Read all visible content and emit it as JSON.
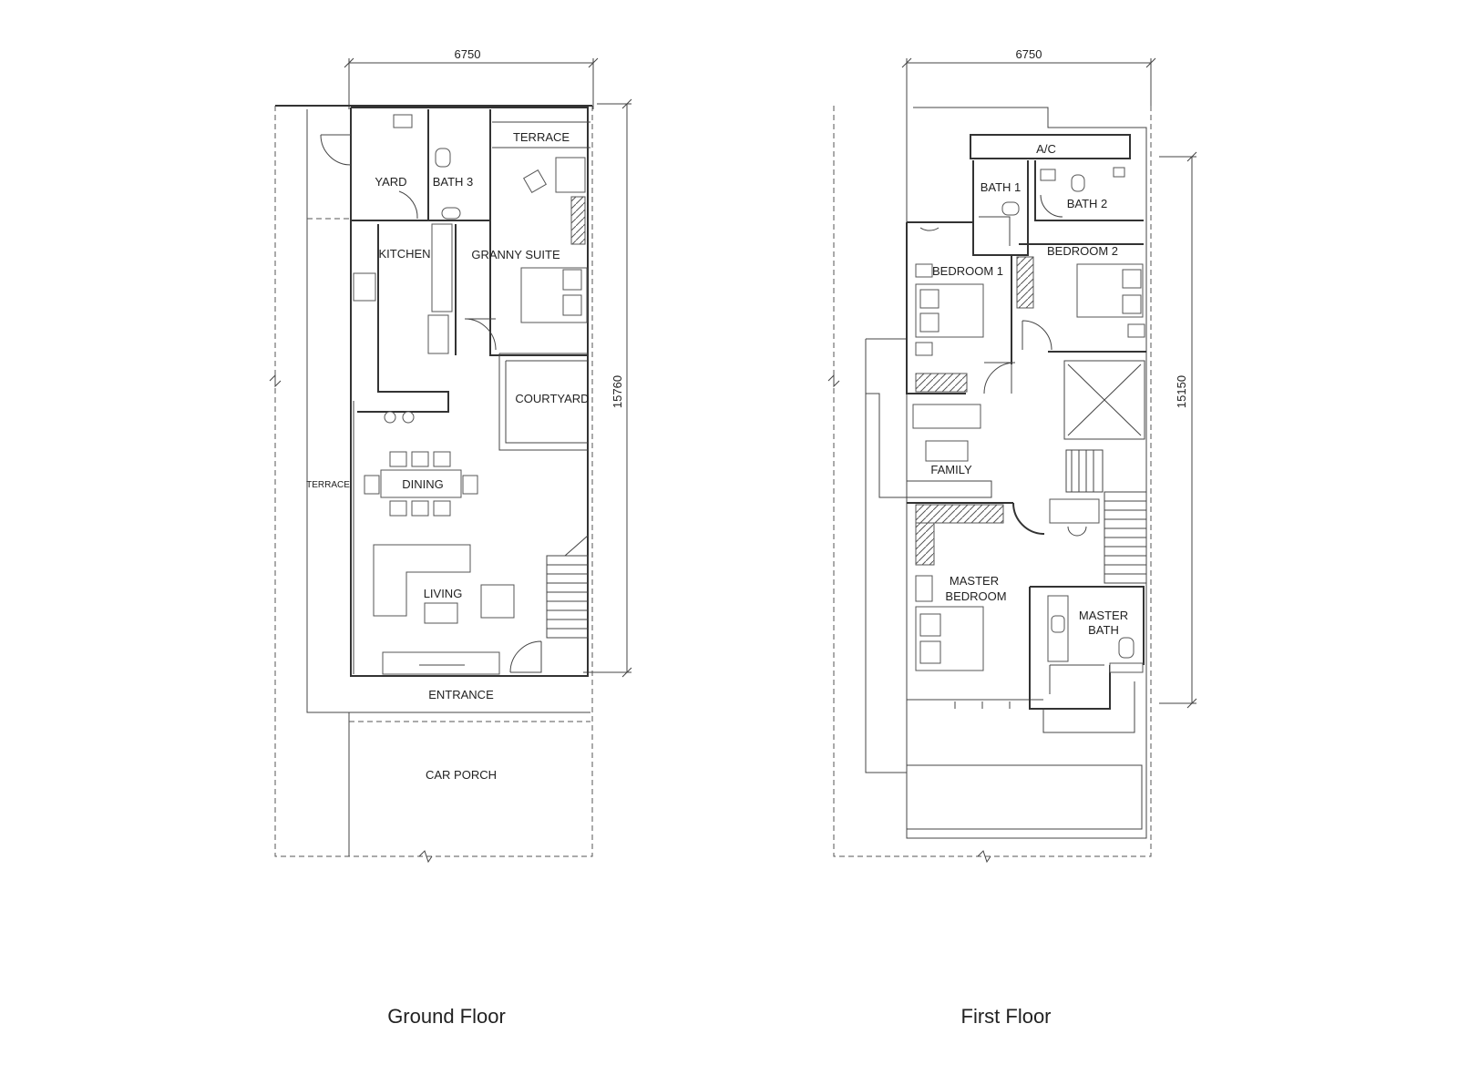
{
  "ground_floor": {
    "caption": "Ground Floor",
    "width_dim": "6750",
    "depth_dim": "15760",
    "rooms": {
      "yard": "YARD",
      "bath3": "BATH 3",
      "terrace_top": "TERRACE",
      "kitchen": "KITCHEN",
      "granny_suite": "GRANNY SUITE",
      "courtyard": "COURTYARD",
      "terrace_side": "TERRACE",
      "dining": "DINING",
      "living": "LIVING",
      "entrance": "ENTRANCE",
      "car_porch": "CAR PORCH"
    }
  },
  "first_floor": {
    "caption": "First Floor",
    "width_dim": "6750",
    "depth_dim": "15150",
    "rooms": {
      "ac": "A/C",
      "bath1": "BATH 1",
      "bath2": "BATH 2",
      "bedroom1": "BEDROOM 1",
      "bedroom2": "BEDROOM 2",
      "family": "FAMILY",
      "master_bedroom_line1": "MASTER",
      "master_bedroom_line2": "BEDROOM",
      "master_bath_line1": "MASTER",
      "master_bath_line2": "BATH"
    }
  }
}
